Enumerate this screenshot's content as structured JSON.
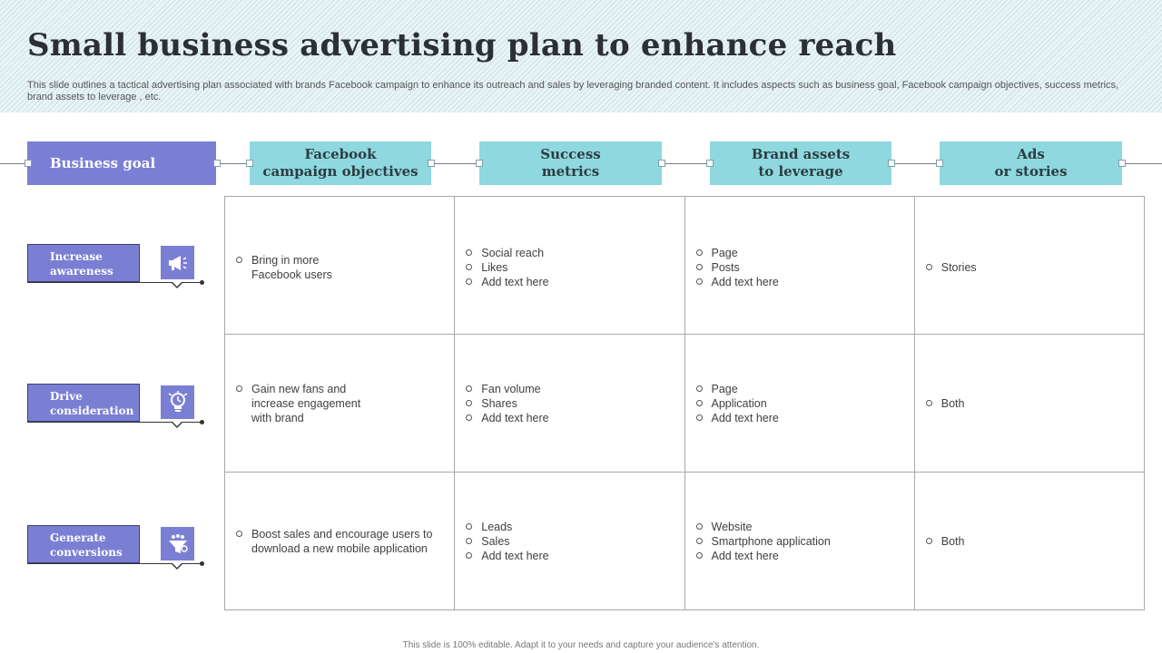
{
  "title": "Small business advertising plan to enhance reach",
  "subtitle": "This slide outlines a tactical advertising plan associated with brands Facebook campaign to enhance its outreach and sales by leveraging branded content. It includes aspects such as business goal, Facebook campaign objectives, success metrics, brand assets to leverage , etc.",
  "headers": {
    "goal": "Business goal",
    "objectives": [
      "Facebook",
      "campaign objectives"
    ],
    "metrics": [
      "Success",
      "metrics"
    ],
    "assets": [
      "Brand assets",
      "to leverage"
    ],
    "ads": [
      "Ads",
      "or stories"
    ]
  },
  "goals": [
    {
      "label_lines": [
        "Increase",
        "awareness"
      ],
      "icon": "megaphone-icon"
    },
    {
      "label_lines": [
        "Drive",
        "consideration"
      ],
      "icon": "lightbulb-icon"
    },
    {
      "label_lines": [
        "Generate",
        "conversions"
      ],
      "icon": "funnel-icon"
    }
  ],
  "rows": [
    {
      "objective": [
        "Bring in more",
        "Facebook users"
      ],
      "metrics": [
        "Social reach",
        "Likes",
        "Add text here"
      ],
      "assets": [
        "Page",
        "Posts",
        "Add text here"
      ],
      "ads": [
        "Stories"
      ]
    },
    {
      "objective": [
        "Gain new fans and",
        "increase engagement",
        "with brand"
      ],
      "metrics": [
        "Fan volume",
        "Shares",
        "Add text here"
      ],
      "assets": [
        "Page",
        "Application",
        "Add text here"
      ],
      "ads": [
        "Both"
      ]
    },
    {
      "objective": [
        "Boost sales and encourage users to",
        "download a new mobile application"
      ],
      "metrics": [
        "Leads",
        "Sales",
        "Add text here"
      ],
      "assets": [
        "Website",
        "Smartphone application",
        "Add text here"
      ],
      "ads": [
        "Both"
      ]
    }
  ],
  "footer": "This slide is 100% editable. Adapt it to your needs and capture your audience's attention.",
  "colors": {
    "goal_purple": "#7b7fd4",
    "header_teal": "#8fd8df",
    "title_dark": "#2b2f36"
  }
}
